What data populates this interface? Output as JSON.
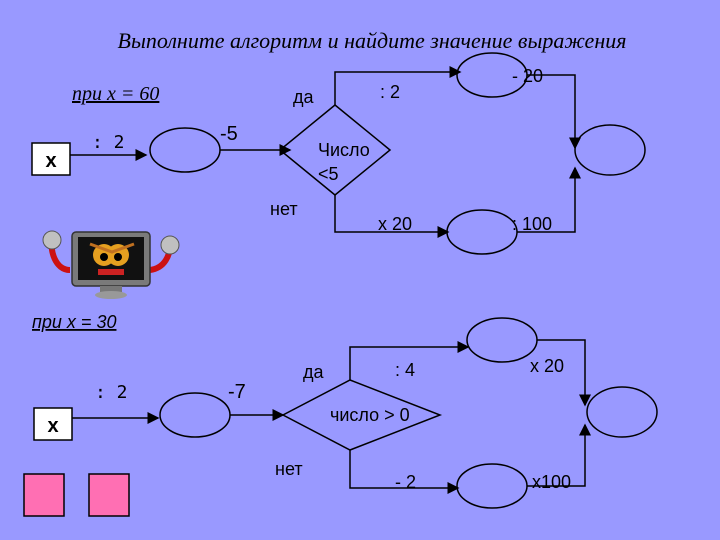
{
  "title": "Выполните алгоритм и найдите значение выражения",
  "colors": {
    "background": "#9999ff",
    "line": "#000000",
    "text": "#000000",
    "pink_square": "#ff6fb3",
    "box_fill": "#ffffff"
  },
  "block1": {
    "condition_label": "при х = 60",
    "input_label": "х",
    "step_div2": ": 2",
    "step_minus5": "-5",
    "yes_label": "да",
    "no_label": "нет",
    "decision": {
      "line1": "Число",
      "line2": "<5"
    },
    "yes_op": ": 2",
    "yes_op2": "- 20",
    "no_op": "х 20",
    "no_op2": ": 100"
  },
  "block2": {
    "condition_label": "при х = 30",
    "input_label": "х",
    "step_div2": ": 2",
    "step_minus7": "-7",
    "yes_label": "да",
    "no_label": "нет",
    "decision": "число > 0",
    "yes_op": ": 4",
    "yes_op2": "х 20",
    "no_op": "- 2",
    "no_op2": "х100"
  },
  "mascot_icon": "angry-computer-monitor-icon",
  "answer_squares": [
    "pink-square-1",
    "pink-square-2"
  ]
}
